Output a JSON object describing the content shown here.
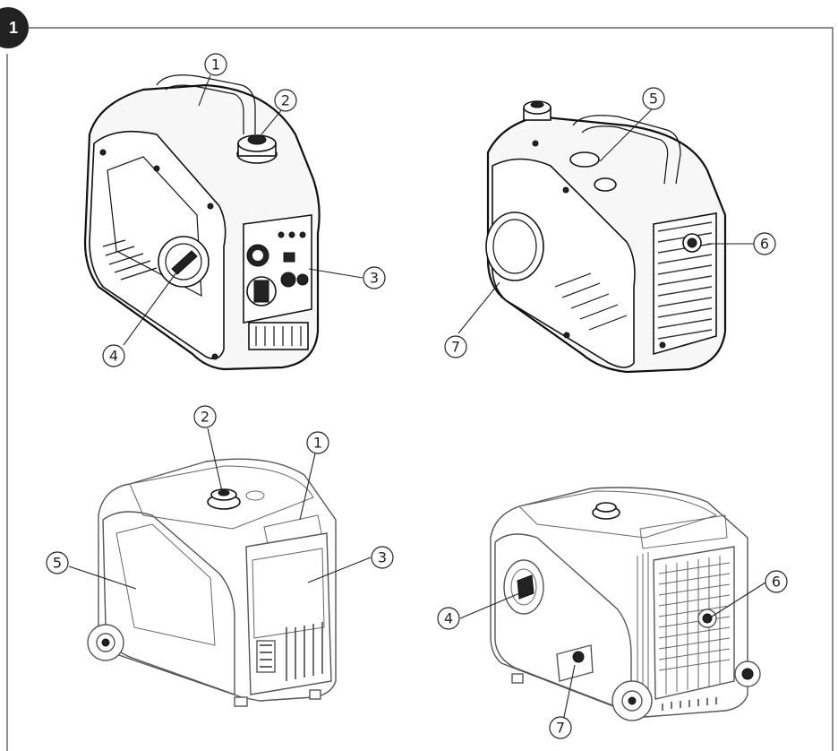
{
  "figure": {
    "number": "1"
  },
  "callouts": {
    "top_left": [
      "1",
      "2",
      "3",
      "4"
    ],
    "top_right": [
      "5",
      "6",
      "7"
    ],
    "bottom_left": [
      "2",
      "1",
      "5",
      "3"
    ],
    "bottom_right": [
      "4",
      "6",
      "7"
    ]
  },
  "colors": {
    "line": "#111111",
    "frame": "#444444",
    "badge": "#222222"
  }
}
